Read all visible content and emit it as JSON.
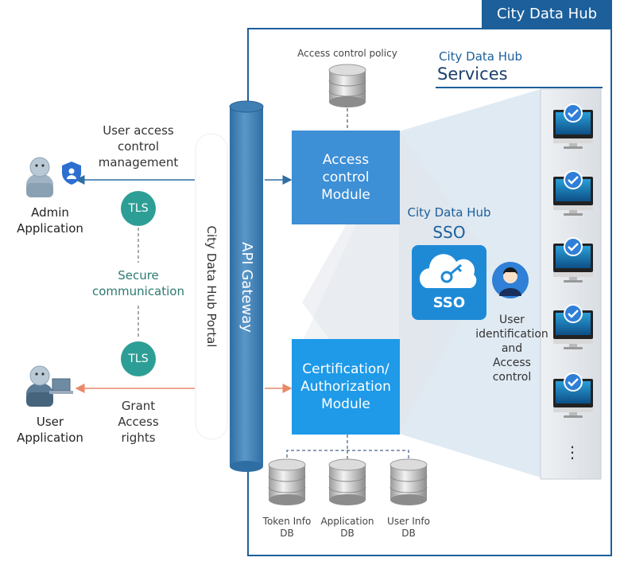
{
  "hub_title": "City Data Hub",
  "services": {
    "line1": "City Data Hub",
    "line2": "Services"
  },
  "access_policy": "Access control policy",
  "admin": {
    "label_line1": "Admin",
    "label_line2": "Application",
    "flow_label": [
      "User access",
      "control",
      "management"
    ]
  },
  "user": {
    "label_line1": "User",
    "label_line2": "Application",
    "flow_label": [
      "Grant",
      "Access",
      "rights"
    ]
  },
  "tls_label": "TLS",
  "secure": {
    "line1": "Secure",
    "line2": "communication"
  },
  "portal_label": "City Data Hub Portal",
  "gateway_label": "API Gateway",
  "access_module": [
    "Access",
    "control",
    "Module"
  ],
  "cert_module": [
    "Certification/",
    "Authorization",
    "Module"
  ],
  "sso": {
    "line1": "City Data Hub",
    "line2": "SSO",
    "icon_text": "SSO"
  },
  "user_ident": [
    "User",
    "identification",
    "and",
    "Access",
    "control"
  ],
  "dbs": [
    {
      "line1": "Token Info",
      "line2": "DB"
    },
    {
      "line1": "Application",
      "line2": "DB"
    },
    {
      "line1": "User Info",
      "line2": "DB"
    }
  ],
  "more_glyph": "⋮",
  "colors": {
    "hub_blue": "#1c5f9b",
    "module_blue": "#3d8fd6",
    "cert_blue": "#1e9ae8",
    "tls_teal": "#2d9e95",
    "grant_arrow": "#e88a6a",
    "gateway": "#4a86b8"
  }
}
